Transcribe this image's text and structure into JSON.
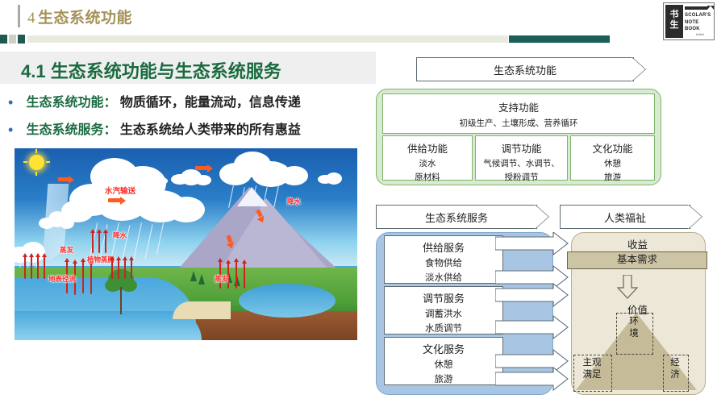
{
  "header": {
    "number": "4",
    "title": "生态系统功能",
    "logo": {
      "cn_line1": "书",
      "cn_line2": "生",
      "en_line1": "SCOLAR'S",
      "en_line2": "NOTE",
      "en_line3": "BOOK",
      "sub": "bilibili"
    }
  },
  "section": {
    "number": "4.1",
    "title": "生态系统功能与生态系统服务"
  },
  "bullets": [
    {
      "key": "生态系统功能：",
      "value": "物质循环，能量流动，信息传递"
    },
    {
      "key": "生态系统服务：",
      "value": "生态系统给人类带来的所有惠益"
    }
  ],
  "water_cycle": {
    "labels": [
      {
        "text": "水汽输送"
      },
      {
        "text": "降水"
      },
      {
        "text": "降水"
      },
      {
        "text": "蒸发"
      },
      {
        "text": "植物蒸腾"
      },
      {
        "text": "地表径流"
      },
      {
        "text": "蒸发"
      }
    ]
  },
  "functions_diagram": {
    "banner": "生态系统功能",
    "support": {
      "title": "支持功能",
      "sub": "初级生产、土壤形成、营养循环"
    },
    "boxes": [
      {
        "title": "供给功能",
        "lines": [
          "淡水",
          "原材料"
        ]
      },
      {
        "title": "调节功能",
        "lines": [
          "气候调节、水调节、",
          "授粉调节"
        ]
      },
      {
        "title": "文化功能",
        "lines": [
          "休憩",
          "旅游"
        ]
      }
    ]
  },
  "services_diagram": {
    "banner": "生态系统服务",
    "boxes": [
      {
        "title": "供给服务",
        "lines": [
          "食物供给",
          "淡水供给"
        ]
      },
      {
        "title": "调节服务",
        "lines": [
          "调蓄洪水",
          "水质调节"
        ]
      },
      {
        "title": "文化服务",
        "lines": [
          "休憩",
          "旅游"
        ]
      }
    ]
  },
  "wellbeing_diagram": {
    "banner": "人类福祉",
    "benefit": "收益",
    "basic_need": "基本需求",
    "value": "价值",
    "pyramid_labels": [
      {
        "lines": [
          "环",
          "境"
        ]
      },
      {
        "lines": [
          "主观",
          "满足"
        ]
      },
      {
        "lines": [
          "经",
          "济"
        ]
      }
    ]
  },
  "colors": {
    "header_gold": "#a49257",
    "section_green": "#1b6b41",
    "rule_dark": "#1c5f5a",
    "func_green": "#7fb46a",
    "svc_blue": "#a8c6e3",
    "wellbeing_tan": "#ece7d7"
  }
}
